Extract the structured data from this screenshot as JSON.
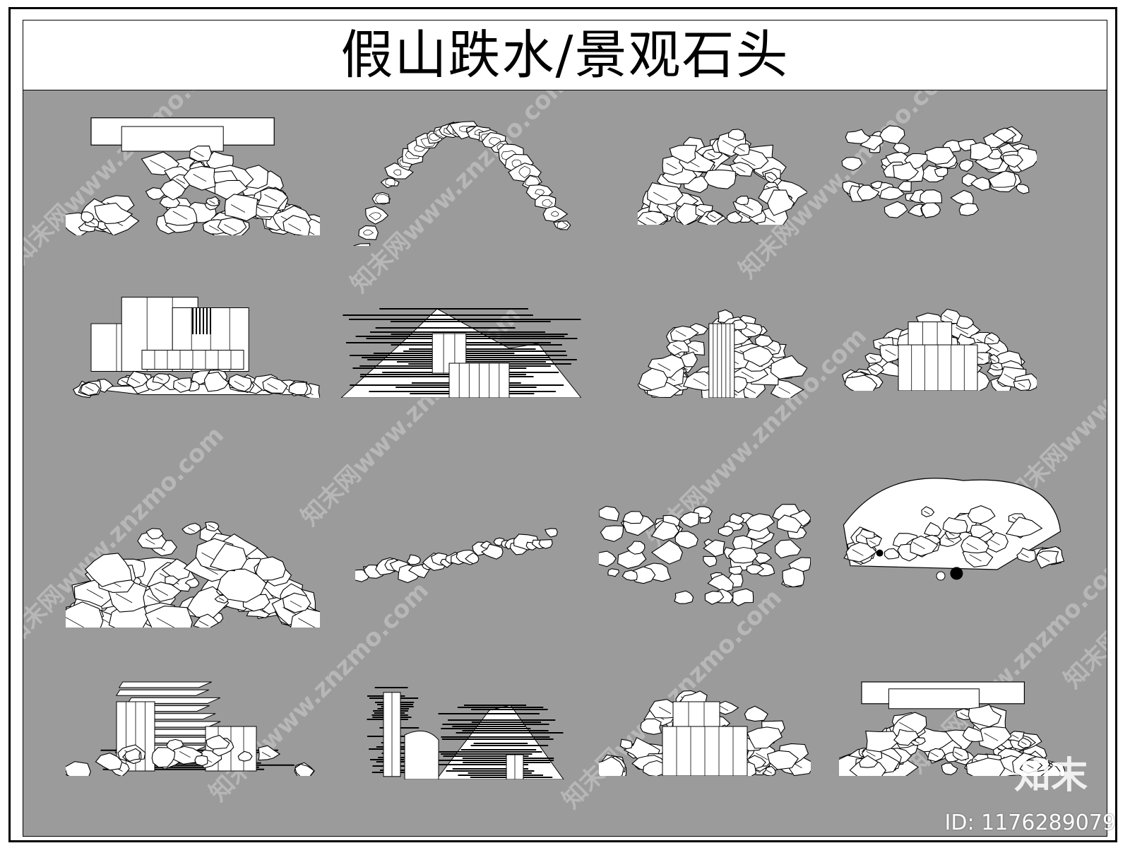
{
  "title": "假山跌水/景观石头",
  "watermark_text": "知末网www.znzmo.com",
  "brand_logo": "知末",
  "image_id": "ID: 1176289079",
  "colors": {
    "canvas": "#9b9b9b",
    "rock_fill": "#ffffff",
    "rock_line": "#000000",
    "frame": "#000000"
  },
  "drawings": [
    {
      "name": "rockery-waterfall-elevation-1",
      "style": "rock-with-wall"
    },
    {
      "name": "rockery-arch-plan",
      "style": "rock-arch"
    },
    {
      "name": "rockery-mound-plan-1",
      "style": "rock-mound"
    },
    {
      "name": "rockery-cluster-plan-1",
      "style": "rock-cluster"
    },
    {
      "name": "rockery-wall-elevation",
      "style": "wall-blocks"
    },
    {
      "name": "rockery-mountain-elevation-1",
      "style": "dark-mountain"
    },
    {
      "name": "rockery-waterfall-elevation-2",
      "style": "rock-mound-waterfall"
    },
    {
      "name": "rockery-stepped-elevation-1",
      "style": "rock-stepped"
    },
    {
      "name": "rockery-mound-plan-2",
      "style": "rock-big-mound"
    },
    {
      "name": "rockery-stream-plan",
      "style": "rock-stream"
    },
    {
      "name": "rockery-cluster-plan-2",
      "style": "rock-cluster"
    },
    {
      "name": "rockery-pond-plan",
      "style": "rock-pond"
    },
    {
      "name": "rockery-layered-elevation-1",
      "style": "layered-dark"
    },
    {
      "name": "rockery-layered-elevation-2",
      "style": "layered-dark-2"
    },
    {
      "name": "rockery-stepped-elevation-2",
      "style": "rock-stepped"
    },
    {
      "name": "rockery-waterfall-elevation-3",
      "style": "rock-with-wall"
    }
  ]
}
